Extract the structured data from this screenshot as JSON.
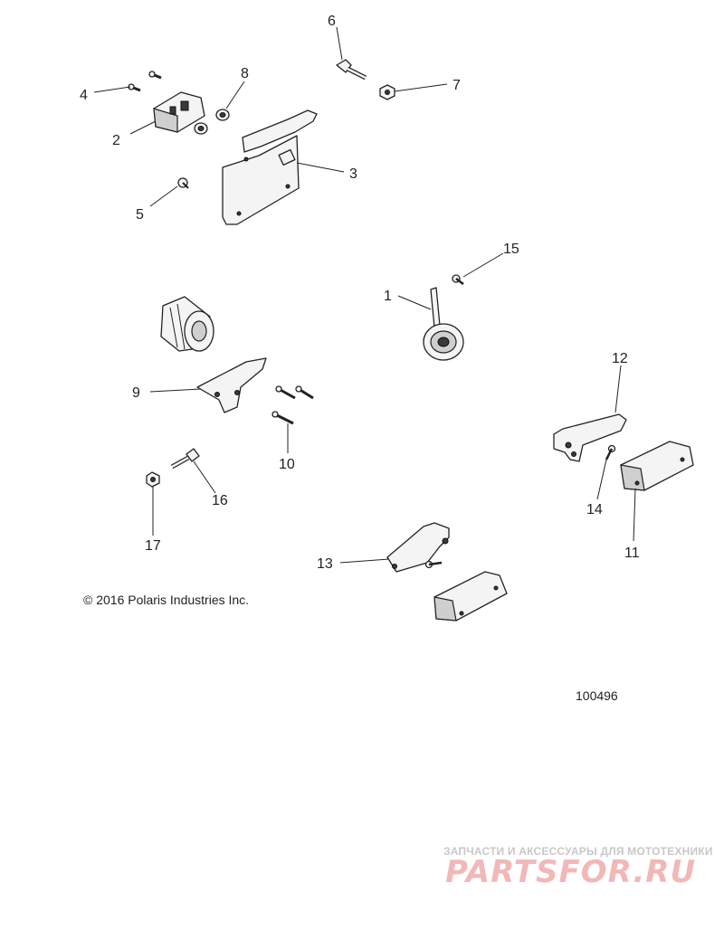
{
  "callouts": [
    {
      "id": "c1",
      "label": "1"
    },
    {
      "id": "c2",
      "label": "2"
    },
    {
      "id": "c3",
      "label": "3"
    },
    {
      "id": "c4",
      "label": "4"
    },
    {
      "id": "c5",
      "label": "5"
    },
    {
      "id": "c6",
      "label": "6"
    },
    {
      "id": "c7",
      "label": "7"
    },
    {
      "id": "c8",
      "label": "8"
    },
    {
      "id": "c9",
      "label": "9"
    },
    {
      "id": "c10",
      "label": "10"
    },
    {
      "id": "c11",
      "label": "11"
    },
    {
      "id": "c12",
      "label": "12"
    },
    {
      "id": "c13",
      "label": "13"
    },
    {
      "id": "c14",
      "label": "14"
    },
    {
      "id": "c15",
      "label": "15"
    },
    {
      "id": "c16",
      "label": "16"
    },
    {
      "id": "c17",
      "label": "17"
    }
  ],
  "copyright": "© 2016 Polaris Industries Inc.",
  "diagram_id": "100496",
  "watermark": {
    "tagline": "ЗАПЧАСТИ И АКСЕССУАРЫ ДЛЯ МОТОТЕХНИКИ",
    "logo": "PARTSFOR.RU"
  }
}
